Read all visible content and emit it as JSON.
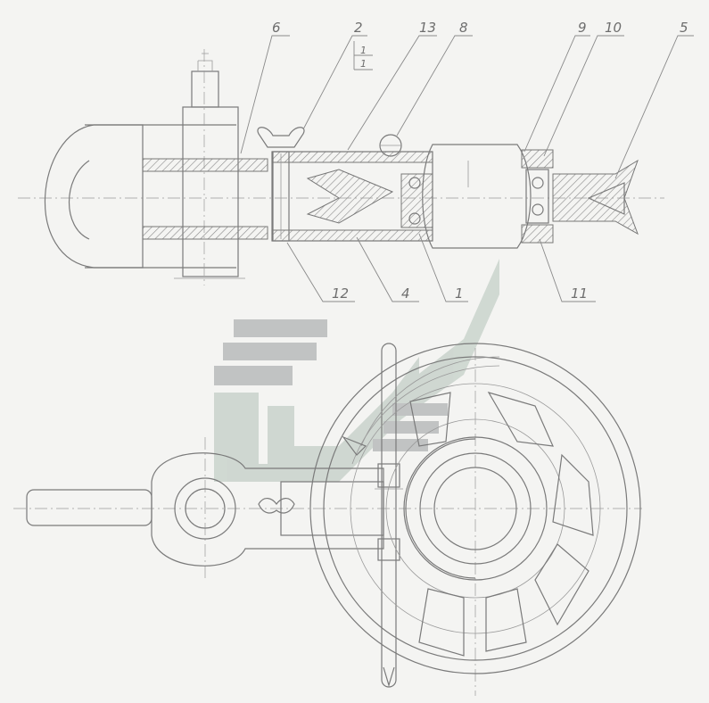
{
  "figure": {
    "callouts": [
      {
        "id": "c6",
        "label": "6"
      },
      {
        "id": "c2",
        "label": "2"
      },
      {
        "id": "c13",
        "label": "13"
      },
      {
        "id": "c8",
        "label": "8"
      },
      {
        "id": "c9",
        "label": "9"
      },
      {
        "id": "c10",
        "label": "10"
      },
      {
        "id": "c5",
        "label": "5"
      },
      {
        "id": "c12",
        "label": "12"
      },
      {
        "id": "c4",
        "label": "4"
      },
      {
        "id": "c1",
        "label": "1"
      },
      {
        "id": "c11",
        "label": "11"
      }
    ],
    "fit_label_top": "1",
    "fit_label_bottom": "1"
  },
  "colors": {
    "line": "#7a7a7a",
    "watermark_green": "#c9d3cc",
    "watermark_gray": "#b9bbbb"
  }
}
